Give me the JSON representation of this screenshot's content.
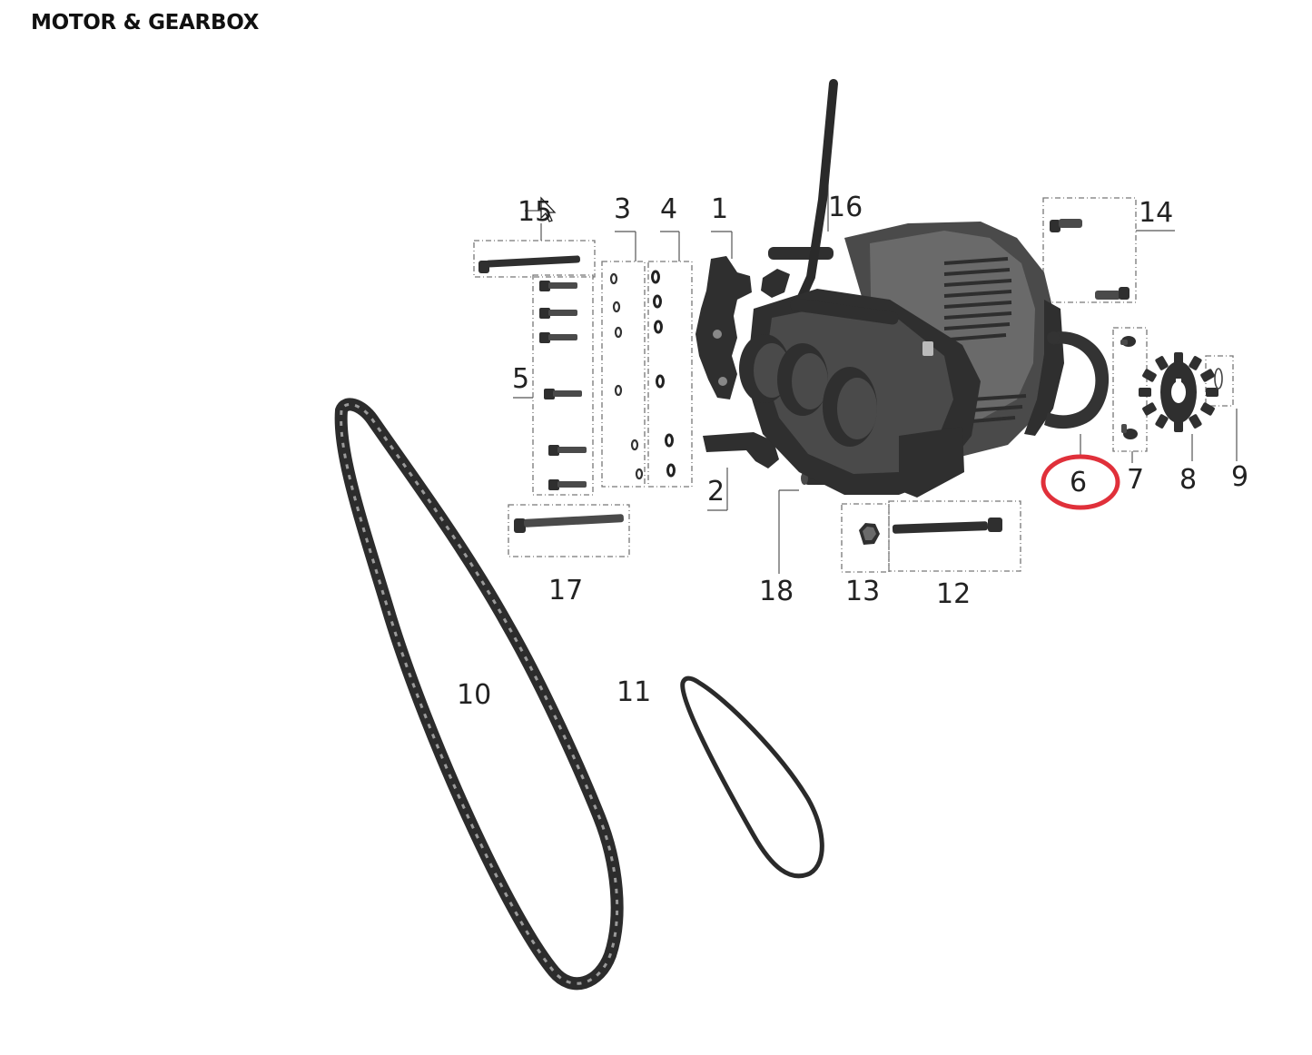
{
  "title": "MOTOR & GEARBOX",
  "highlight_color": "#e0303a",
  "highlighted_part": "6",
  "callouts": {
    "p1": "1",
    "p2": "2",
    "p3": "3",
    "p4": "4",
    "p5": "5",
    "p6": "6",
    "p7": "7",
    "p8": "8",
    "p9": "9",
    "p10": "10",
    "p11": "11",
    "p12": "12",
    "p13": "13",
    "p14": "14",
    "p15": "15",
    "p16": "16",
    "p17": "17",
    "p18": "18"
  }
}
